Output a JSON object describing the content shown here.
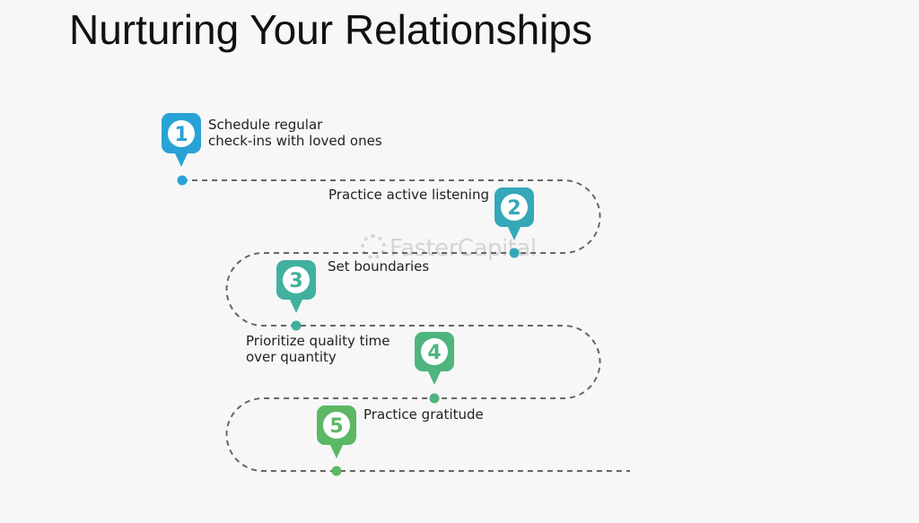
{
  "title": "Nurturing Your Relationships",
  "watermark": "FasterCapital",
  "colors": {
    "step1": "#29a3d6",
    "step2": "#35a8b8",
    "step3": "#41b09c",
    "step4": "#4fb47e",
    "step5": "#5cb865",
    "path": "#666666"
  },
  "steps": [
    {
      "number": "1",
      "label": "Schedule regular\ncheck-ins with loved ones"
    },
    {
      "number": "2",
      "label": "Practice active listening"
    },
    {
      "number": "3",
      "label": "Set boundaries"
    },
    {
      "number": "4",
      "label": "Prioritize quality time\nover quantity"
    },
    {
      "number": "5",
      "label": "Practice gratitude"
    }
  ]
}
